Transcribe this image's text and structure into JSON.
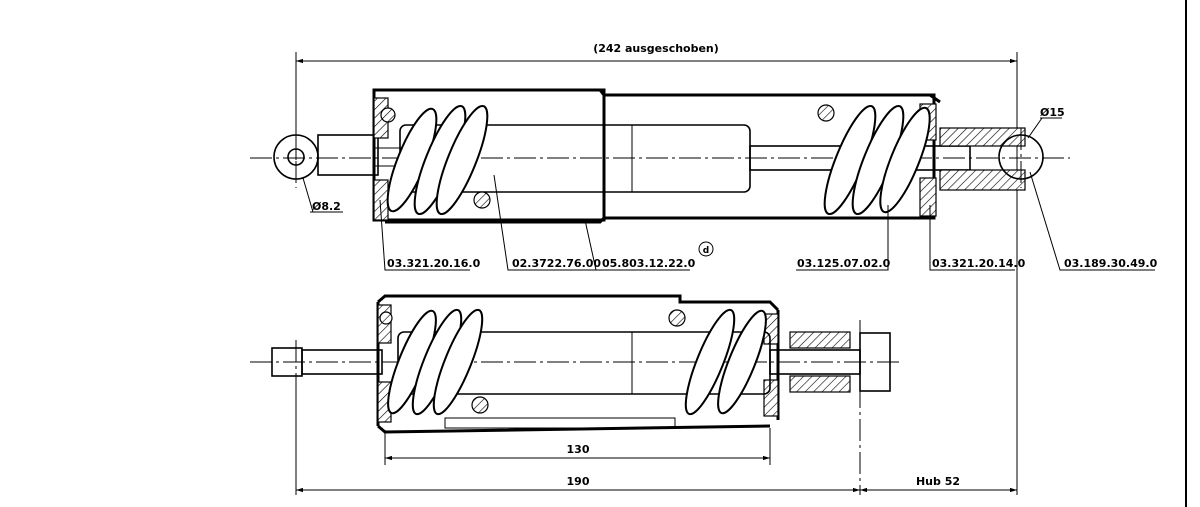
{
  "dimensions": {
    "overall_extended": "(242 ausgeschoben)",
    "length_130": "130",
    "length_190": "190",
    "stroke": "Hub 52",
    "eye_diameter_left": "Ø8.2",
    "eye_diameter_right": "Ø15"
  },
  "part_numbers": {
    "p1": "03.321.20.16.0",
    "p2": "02.3722.76.00",
    "p3": "05.803.12.22.0",
    "p4": "03.125.07.02.0",
    "p5": "03.321.20.14.0",
    "p6": "03.189.30.49.0"
  },
  "section_marker": "d"
}
